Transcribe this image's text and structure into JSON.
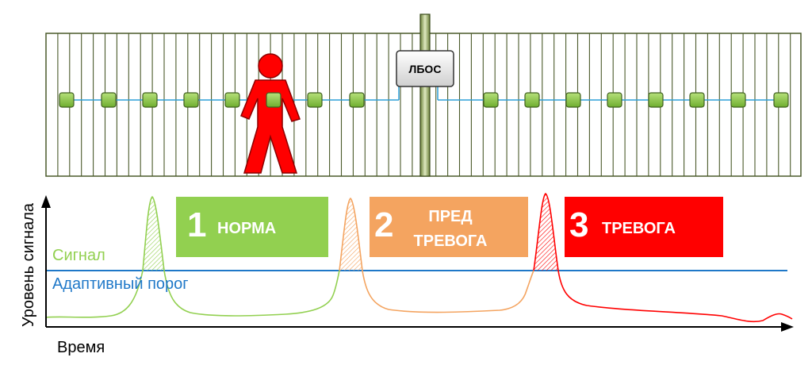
{
  "fence": {
    "controller_label": "ЛБОС"
  },
  "zones": [
    {
      "number": "1",
      "label_line1": "НОРМА",
      "label_line2": "",
      "color": "#92d050",
      "text_color": "#ffffff"
    },
    {
      "number": "2",
      "label_line1": "ПРЕД",
      "label_line2": "ТРЕВОГА",
      "color": "#f4a460",
      "text_color": "#ffffff"
    },
    {
      "number": "3",
      "label_line1": "ТРЕВОГА",
      "label_line2": "",
      "color": "#ff0000",
      "text_color": "#ffffff"
    }
  ],
  "graph": {
    "ylabel": "Уровень сигнала",
    "xlabel": "Время",
    "signal_legend": "Сигнал",
    "threshold_legend": "Адаптивный порог",
    "signal_color_normal": "#92d050",
    "signal_color_prealarm": "#f4a460",
    "signal_color_alarm": "#ff0000",
    "threshold_color": "#1f78c8",
    "axis_color": "#000000"
  },
  "colors": {
    "fence_stroke": "#4a5a2a",
    "sensor_fill": "#92d050",
    "sensor_stroke": "#3f5f1f",
    "cable_color": "#2f9fd8",
    "intruder_fill": "#ff0000",
    "intruder_stroke": "#8b0000",
    "pole_fill": "#c4d79b"
  }
}
